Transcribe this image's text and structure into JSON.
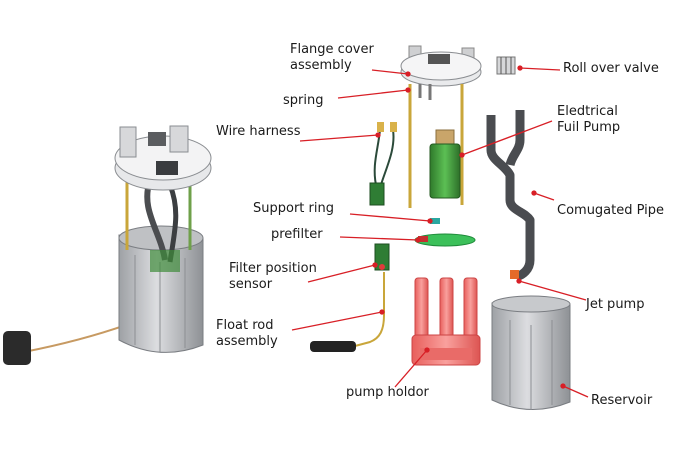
{
  "labels": {
    "flange_cover": "Flange cover\nassembly",
    "spring": "spring",
    "wire_harness": "Wire harness",
    "support_ring": "Support ring",
    "prefilter": "prefilter",
    "filter_position_sensor": "Filter position\nsensor",
    "float_rod": "Float rod\nassembly",
    "pump_holder": "pump holdor",
    "roll_over_valve": "Roll over valve",
    "electrical_fuel_pump": "Eledtrical\nFuil Pump",
    "corrugated_pipe": "Comugated Pipe",
    "jet_pump": "Jet pump",
    "reservoir": "Reservoir"
  },
  "colors": {
    "leader": "#d81f26",
    "housing": "#c9cacc",
    "pump_body": "#3f9a3a",
    "prefilter": "#3cc05a",
    "pump_holder": "#f07a78",
    "spring": "#c9a63a",
    "pipe": "#4a4c50"
  }
}
